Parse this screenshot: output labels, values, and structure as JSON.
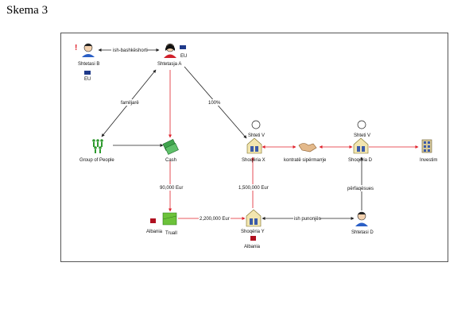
{
  "page_title": "Skema 3",
  "nodes": {
    "shtetasi_b": "Shtetasi B",
    "shtetasja_a": "Shtetasja A",
    "eu_a": "EU",
    "eu_b": "EU",
    "group": "Group of People",
    "cash": "Cash",
    "shteti_v_x": "Shteti V",
    "shoqeria_x": "Shoqëria X",
    "kontrate": "kontratë sipërmarrje",
    "shteti_v_d": "Shteti V",
    "shoqeria_d": "Shoqëria D",
    "investim": "Investim",
    "albania_truall": "Albania",
    "truall": "Truall",
    "shoqeria_y": "Shoqëria  Y",
    "albania_y": "Albania",
    "shtetasi_d": "Shtetasi D"
  },
  "edges": {
    "bashkeshort": "ish-bashkëshorti",
    "familjare": "familjarë",
    "pct": "100%",
    "eur_90": "90,000 Eur",
    "eur_1500": "1,500,000 Eur",
    "eur_2200": "2,200,000 Eur",
    "punonjes": "ish punonjës",
    "perfaqesues": "përfaqësues"
  },
  "colors": {
    "red": "#e0202a",
    "black": "#222222",
    "eu": "#1f3a8a",
    "albania": "#b01020",
    "green": "#2e9a2e"
  }
}
